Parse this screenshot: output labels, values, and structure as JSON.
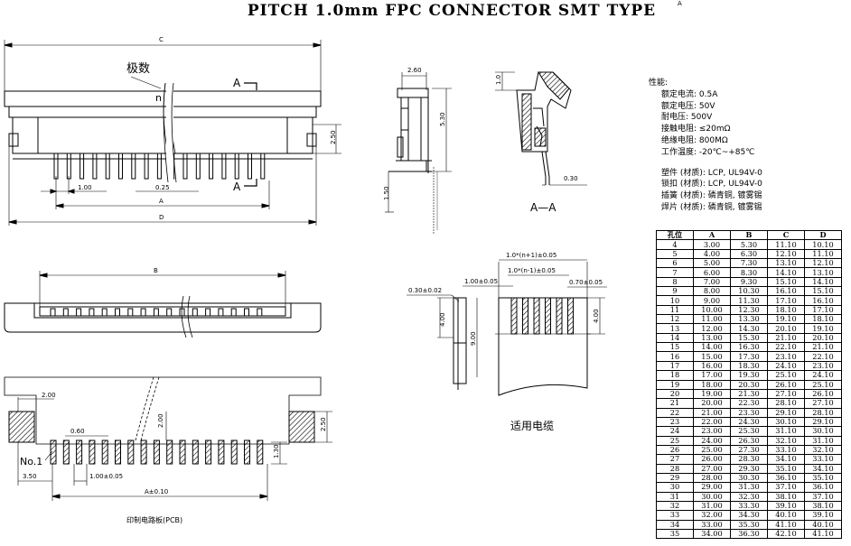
{
  "title": "PITCH 1.0mm FPC CONNECTOR SMT TYPE",
  "title_mark": "A",
  "top_view": {
    "dim_c": "C",
    "label_pins": "极数",
    "label_n": "n",
    "section_mark": "A",
    "dim_250": "2.50",
    "dim_100": "1.00",
    "dim_025": "0.25",
    "dim_a": "A",
    "dim_d": "D"
  },
  "side_view": {
    "dim_260": "2.60",
    "dim_530": "5.30",
    "dim_150": "1.50"
  },
  "section_view": {
    "dim_10": "1.0",
    "dim_030": "0.30",
    "caption": "A—A"
  },
  "bottom_view": {
    "dim_b": "B"
  },
  "cable_view": {
    "dim_total": "1.0*(n+1)±0.05",
    "dim_inner": "1.0*(n-1)±0.05",
    "dim_pitch": "1.00±0.05",
    "dim_width": "0.70±0.05",
    "dim_thick": "0.30±0.02",
    "dim_400a": "4.00",
    "dim_900": "9.00",
    "dim_400b": "4.00",
    "caption": "适用电缆"
  },
  "pcb_view": {
    "dim_200a": "2.00",
    "dim_060": "0.60",
    "dim_200b": "2.00",
    "dim_250": "2.50",
    "dim_130": "1.30",
    "no1": "No.1",
    "dim_350": "3.50",
    "dim_pitch": "1.00±0.05",
    "dim_a": "A±0.10",
    "caption": "印制电路板(PCB)"
  },
  "specs": {
    "heading": "性能:",
    "items": [
      "额定电流: 0.5A",
      "额定电压: 50V",
      "耐电压: 500V",
      "接触电阻: ≤20mΩ",
      "绝缘电阻: 800MΩ",
      "工作温度: -20℃~+85℃"
    ],
    "materials": [
      "塑件 (材质): LCP, UL94V-0",
      "锁扣 (材质): LCP, UL94V-0",
      "插簧 (材质): 磷青铜, 镀雾锡",
      "焊片 (材质): 磷青铜, 镀雾锡"
    ]
  },
  "dim_table": {
    "headers": [
      "孔位",
      "A",
      "B",
      "C",
      "D"
    ],
    "rows": [
      [
        "4",
        "3.00",
        "5.30",
        "11.10",
        "10.10"
      ],
      [
        "5",
        "4.00",
        "6.30",
        "12.10",
        "11.10"
      ],
      [
        "6",
        "5.00",
        "7.30",
        "13.10",
        "12.10"
      ],
      [
        "7",
        "6.00",
        "8.30",
        "14.10",
        "13.10"
      ],
      [
        "8",
        "7.00",
        "9.30",
        "15.10",
        "14.10"
      ],
      [
        "9",
        "8.00",
        "10.30",
        "16.10",
        "15.10"
      ],
      [
        "10",
        "9.00",
        "11.30",
        "17.10",
        "16.10"
      ],
      [
        "11",
        "10.00",
        "12.30",
        "18.10",
        "17.10"
      ],
      [
        "12",
        "11.00",
        "13.30",
        "19.10",
        "18.10"
      ],
      [
        "13",
        "12.00",
        "14.30",
        "20.10",
        "19.10"
      ],
      [
        "14",
        "13.00",
        "15.30",
        "21.10",
        "20.10"
      ],
      [
        "15",
        "14.00",
        "16.30",
        "22.10",
        "21.10"
      ],
      [
        "16",
        "15.00",
        "17.30",
        "23.10",
        "22.10"
      ],
      [
        "17",
        "16.00",
        "18.30",
        "24.10",
        "23.10"
      ],
      [
        "18",
        "17.00",
        "19.30",
        "25.10",
        "24.10"
      ],
      [
        "19",
        "18.00",
        "20.30",
        "26.10",
        "25.10"
      ],
      [
        "20",
        "19.00",
        "21.30",
        "27.10",
        "26.10"
      ],
      [
        "21",
        "20.00",
        "22.30",
        "28.10",
        "27.10"
      ],
      [
        "22",
        "21.00",
        "23.30",
        "29.10",
        "28.10"
      ],
      [
        "23",
        "22.00",
        "24.30",
        "30.10",
        "29.10"
      ],
      [
        "24",
        "23.00",
        "25.30",
        "31.10",
        "30.10"
      ],
      [
        "25",
        "24.00",
        "26.30",
        "32.10",
        "31.10"
      ],
      [
        "26",
        "25.00",
        "27.30",
        "33.10",
        "32.10"
      ],
      [
        "27",
        "26.00",
        "28.30",
        "34.10",
        "33.10"
      ],
      [
        "28",
        "27.00",
        "29.30",
        "35.10",
        "34.10"
      ],
      [
        "29",
        "28.00",
        "30.30",
        "36.10",
        "35.10"
      ],
      [
        "30",
        "29.00",
        "31.30",
        "37.10",
        "36.10"
      ],
      [
        "31",
        "30.00",
        "32.30",
        "38.10",
        "37.10"
      ],
      [
        "32",
        "31.00",
        "33.30",
        "39.10",
        "38.10"
      ],
      [
        "33",
        "32.00",
        "34.30",
        "40.10",
        "39.10"
      ],
      [
        "34",
        "33.00",
        "35.30",
        "41.10",
        "40.10"
      ],
      [
        "35",
        "34.00",
        "36.30",
        "42.10",
        "41.10"
      ]
    ]
  }
}
